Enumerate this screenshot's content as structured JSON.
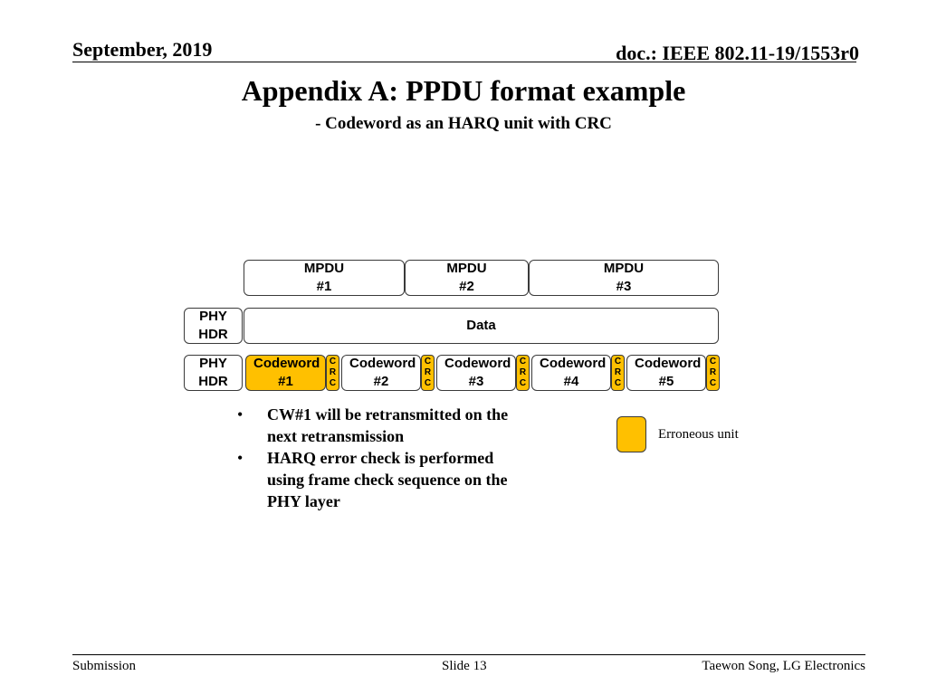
{
  "header": {
    "date": "September, 2019",
    "doc": "doc.: IEEE 802.11-19/1553r0"
  },
  "title": "Appendix A: PPDU format example",
  "subtitle": "- Codeword as an HARQ unit with CRC",
  "mpdus": [
    {
      "line1": "MPDU",
      "line2": "#1"
    },
    {
      "line1": "MPDU",
      "line2": "#2"
    },
    {
      "line1": "MPDU",
      "line2": "#3"
    }
  ],
  "phy_row": {
    "phy_hdr": {
      "line1": "PHY",
      "line2": "HDR"
    },
    "data": "Data"
  },
  "codeword_row": {
    "phy_hdr": {
      "line1": "PHY",
      "line2": "HDR"
    },
    "codewords": [
      {
        "name": "Codeword",
        "num": "#1",
        "erroneous": true
      },
      {
        "name": "Codeword",
        "num": "#2",
        "erroneous": false
      },
      {
        "name": "Codeword",
        "num": "#3",
        "erroneous": false
      },
      {
        "name": "Codeword",
        "num": "#4",
        "erroneous": false
      },
      {
        "name": "Codeword",
        "num": "#5",
        "erroneous": false
      }
    ],
    "crc": {
      "l1": "C",
      "l2": "R",
      "l3": "C"
    }
  },
  "colors": {
    "erroneous": "#ffc000",
    "border": "#3a3a3a"
  },
  "bullets": [
    "CW#1 will be retransmitted on the next retransmission",
    "HARQ error check is performed using frame check sequence on the PHY layer"
  ],
  "bullet_char": "•",
  "legend": {
    "label": "Erroneous unit"
  },
  "footer": {
    "left": "Submission",
    "center": "Slide 13",
    "right": "Taewon Song, LG Electronics"
  }
}
